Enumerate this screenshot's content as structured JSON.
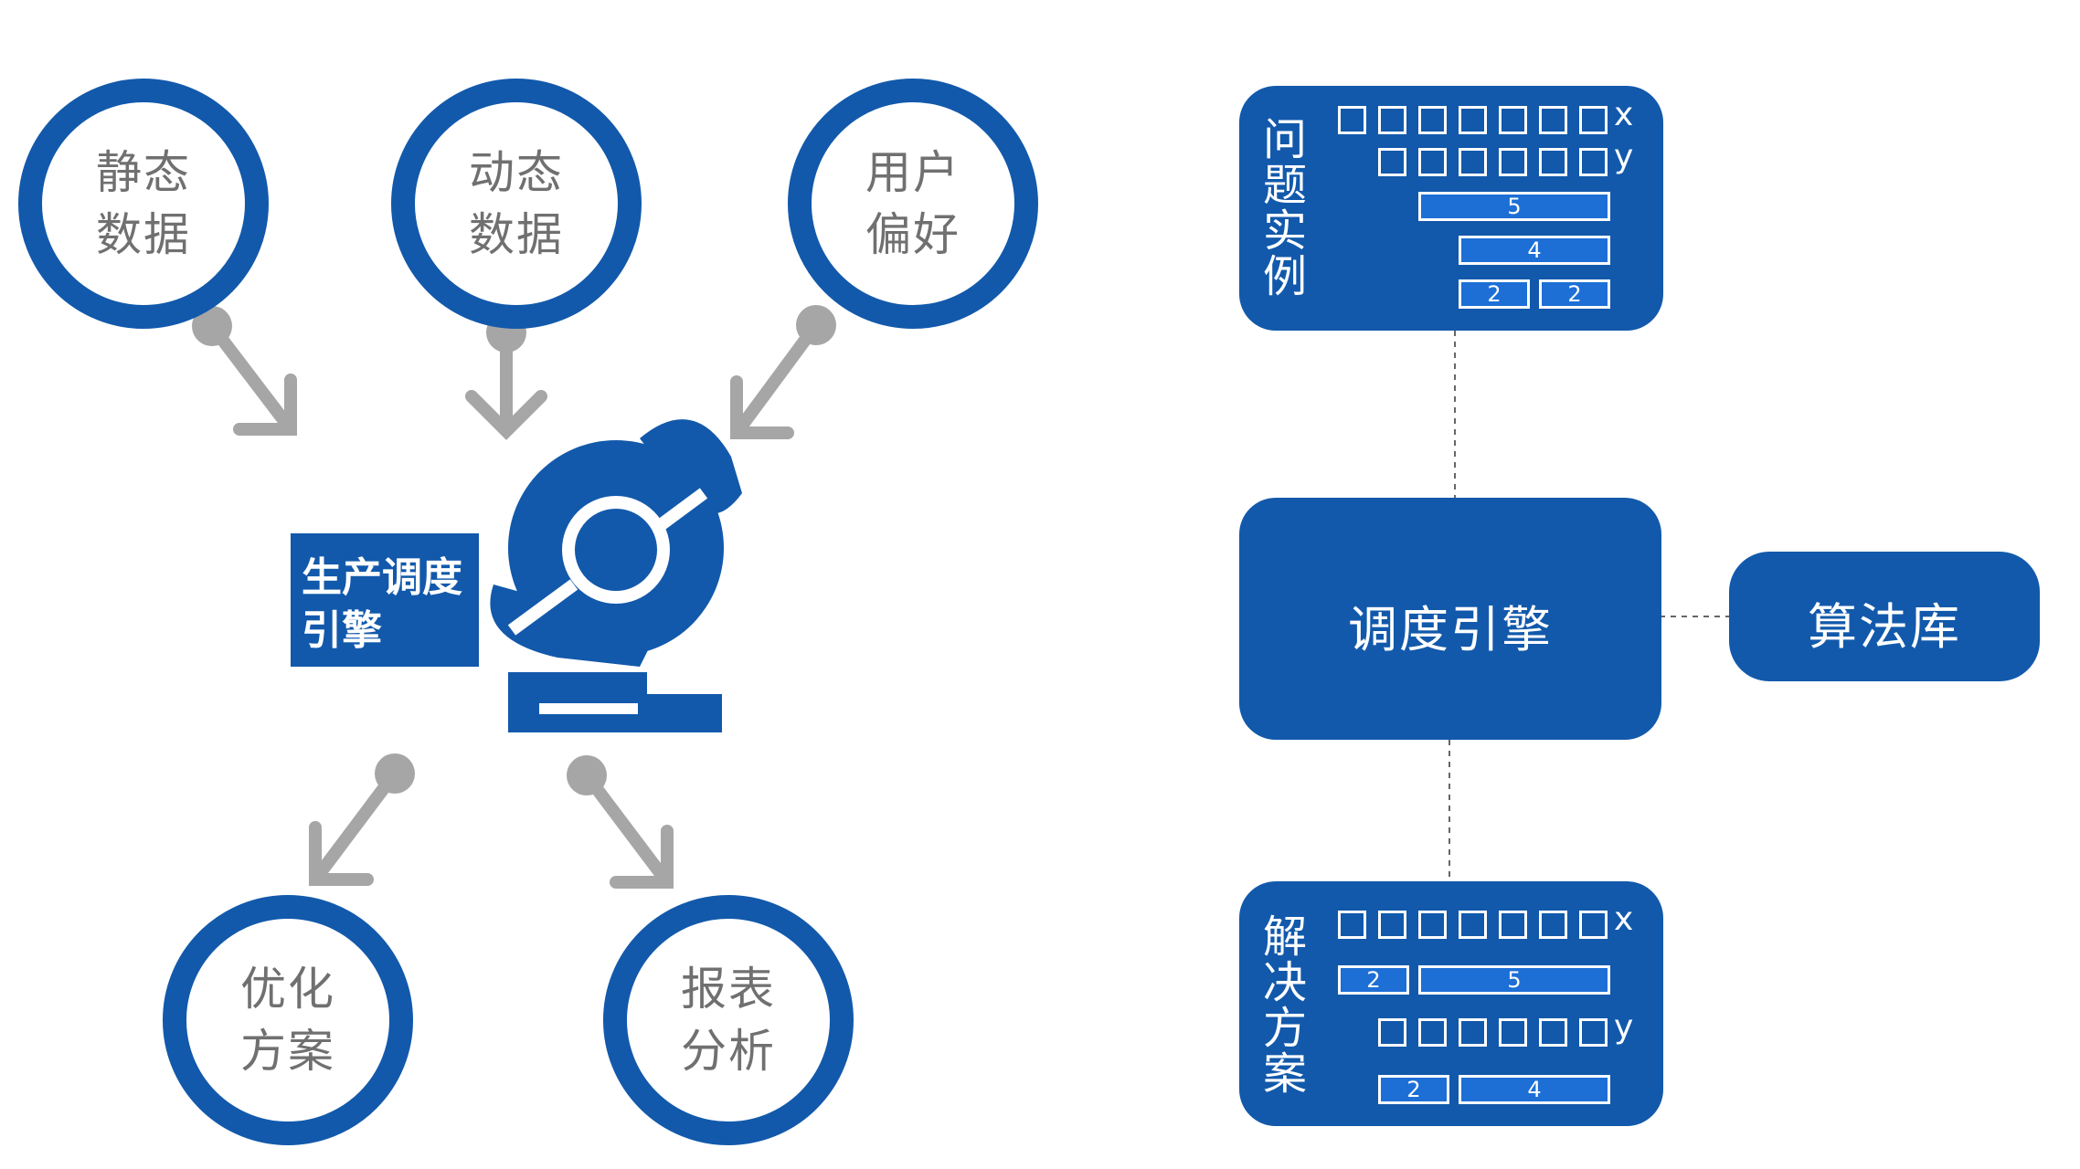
{
  "colors": {
    "primary_blue": "#1259ab",
    "arrow_gray": "#a6a6a6",
    "text_gray": "#707070",
    "bar_blue": "#1d6fd6"
  },
  "left": {
    "inputs": [
      {
        "line1": "静态",
        "line2": "数据"
      },
      {
        "line1": "动态",
        "line2": "数据"
      },
      {
        "line1": "用户",
        "line2": "偏好"
      }
    ],
    "engine": {
      "line1": "生产调度",
      "line2": "引擎",
      "icon": "machine-icon"
    },
    "outputs": [
      {
        "line1": "优化",
        "line2": "方案"
      },
      {
        "line1": "报表",
        "line2": "分析"
      }
    ]
  },
  "right": {
    "problem": {
      "title": [
        "问",
        "题",
        "实",
        "例"
      ],
      "x_label": "x",
      "y_label": "y",
      "bars": [
        "5",
        "4",
        "2",
        "2"
      ]
    },
    "engine_label": "调度引擎",
    "library_label": "算法库",
    "solution": {
      "title": [
        "解",
        "决",
        "方",
        "案"
      ],
      "x_label": "x",
      "y_label": "y",
      "bars": [
        "2",
        "5",
        "2",
        "4"
      ]
    }
  }
}
